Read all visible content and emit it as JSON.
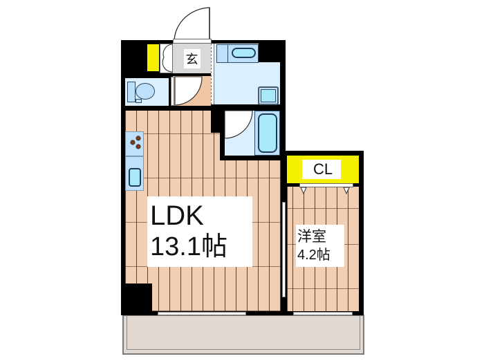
{
  "floorplan": {
    "rooms": {
      "entrance": {
        "label": "玄"
      },
      "ldk": {
        "name": "LDK",
        "size": "13.1帖"
      },
      "western_room": {
        "name": "洋室",
        "size": "4.2帖"
      },
      "closet": {
        "label": "CL"
      }
    },
    "colors": {
      "wall": "#000000",
      "flooring": "#f2cfb3",
      "wet_area": "#dcefff",
      "fixture": "#bfe0fb",
      "bathtub": "#a9e8f8",
      "storage": "#f5f000",
      "entrance_floor": "#d9d9d9",
      "balcony": "#e2d8d2"
    }
  }
}
